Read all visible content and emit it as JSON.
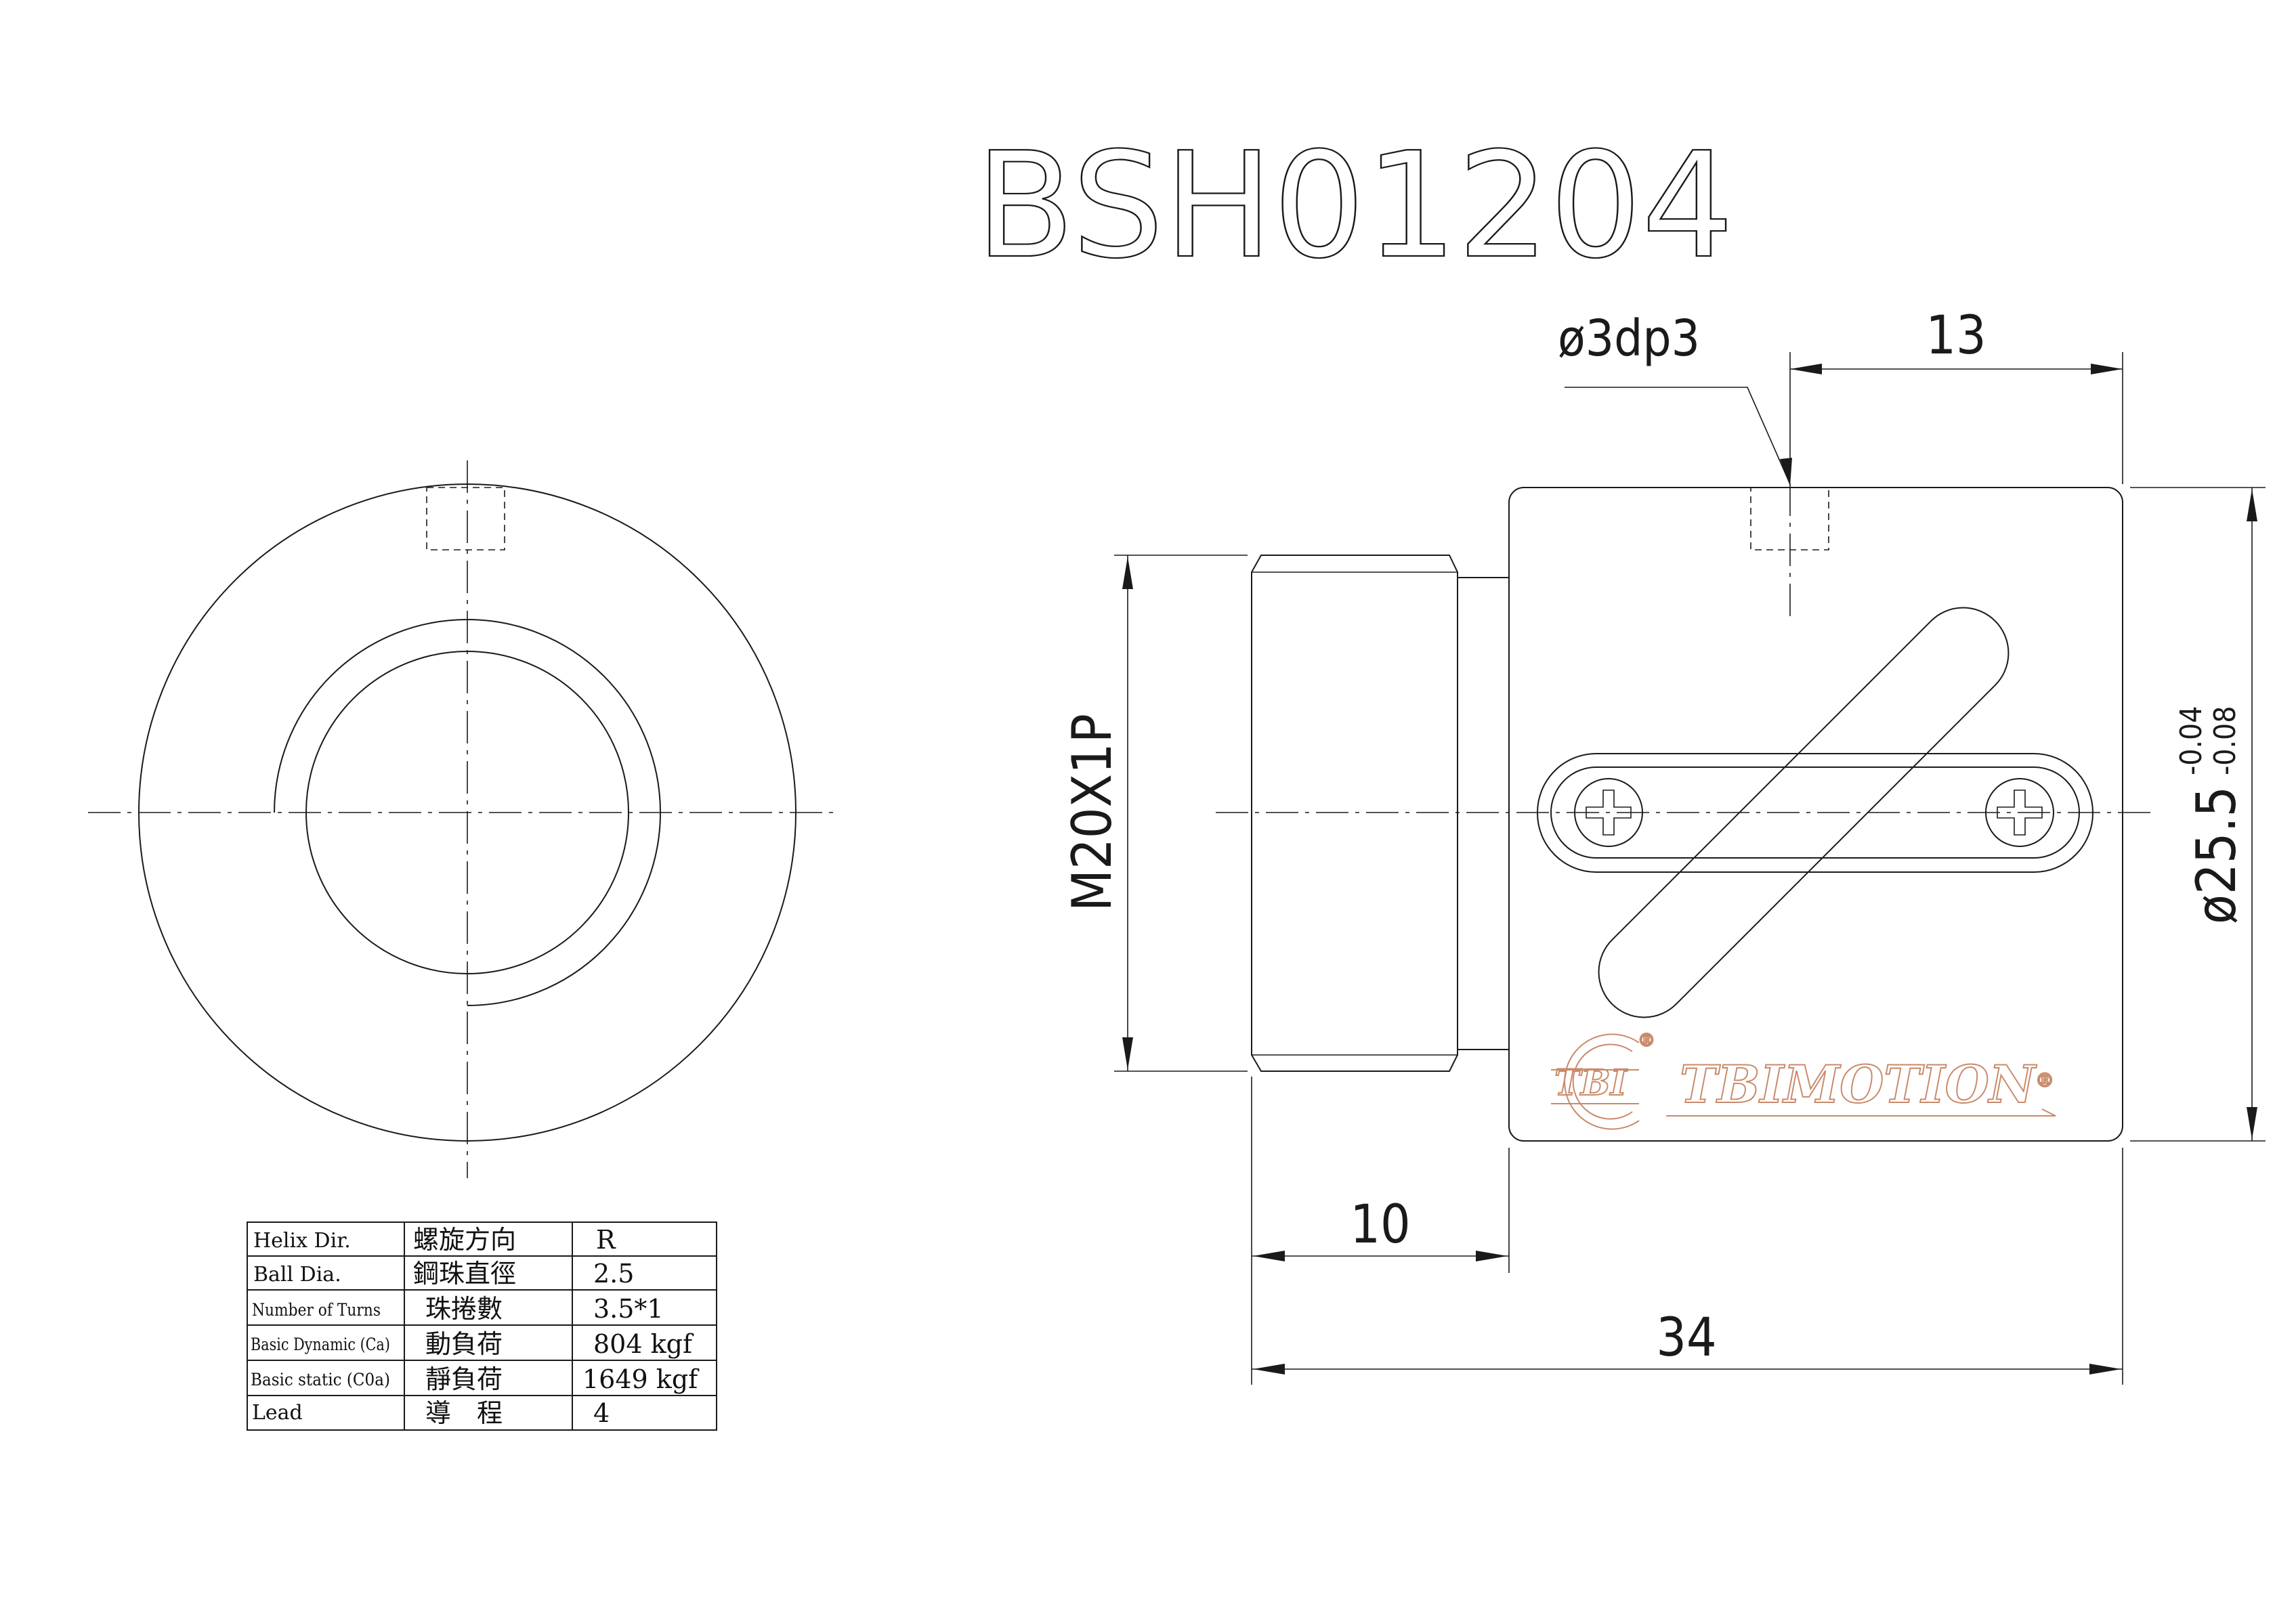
{
  "title": "BSH01204",
  "dimensions": {
    "hole_callout": "ø3dp3",
    "dim_13": "13",
    "thread": "M20X1P",
    "dim_10": "10",
    "dim_34": "34",
    "diameter": "ø25.5",
    "tol_upper": "-0.04",
    "tol_lower": "-0.08"
  },
  "logo": {
    "badge_text": "TBI",
    "brand_text": "TBIMOTION",
    "registered": "®",
    "color": "#c98a6a"
  },
  "spec_table": {
    "rows": [
      {
        "en": "Helix  Dir.",
        "zh": "螺旋方向",
        "value": "R"
      },
      {
        "en": "Ball Dia.",
        "zh": "鋼珠直徑",
        "value": "2.5"
      },
      {
        "en": "Number of Turns",
        "zh": "珠捲數",
        "value": "3.5*1"
      },
      {
        "en": "Basic Dynamic (Ca)",
        "zh": "動負荷",
        "value": "804 kgf"
      },
      {
        "en": "Basic static (C0a)",
        "zh": "靜負荷",
        "value": "1649 kgf"
      },
      {
        "en": "Lead",
        "zh": "導　程",
        "value": "4"
      }
    ]
  }
}
